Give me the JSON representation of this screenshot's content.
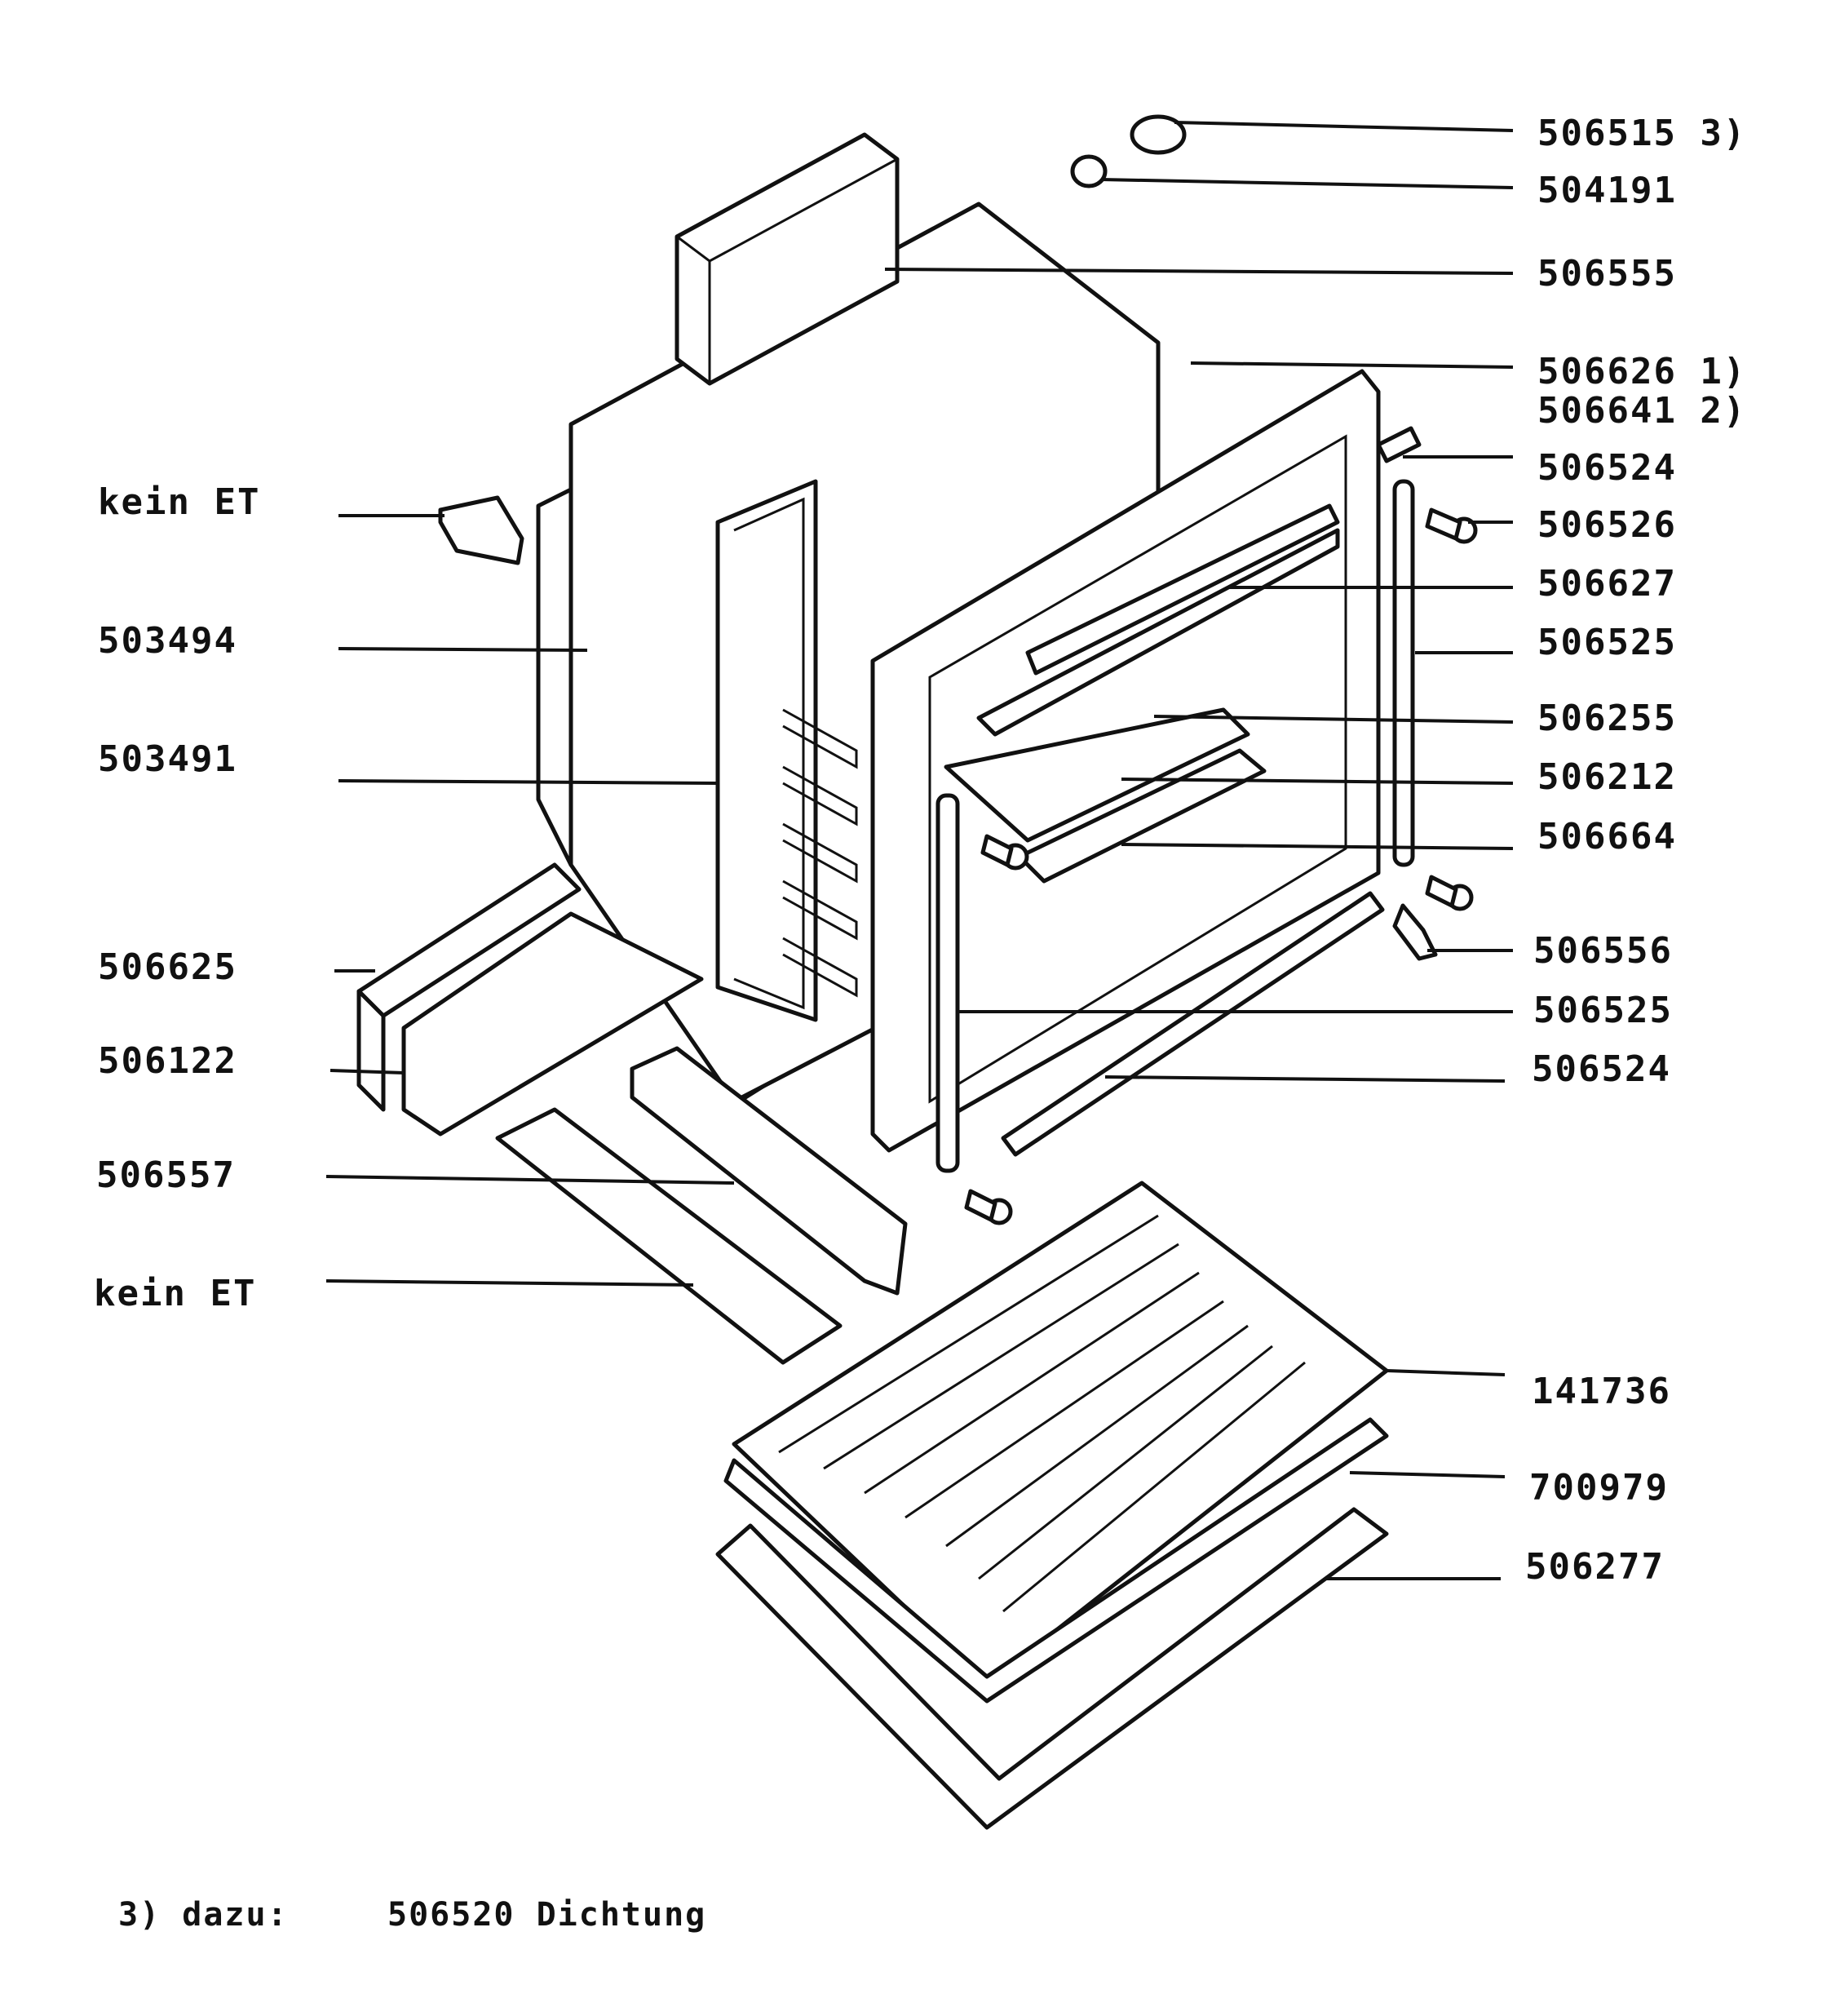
{
  "labels_right": [
    {
      "part": "506515 3)"
    },
    {
      "part": "504191"
    },
    {
      "part": "506555"
    },
    {
      "part": "506626 1)"
    },
    {
      "part": "506641 2)"
    },
    {
      "part": "506524"
    },
    {
      "part": "506526"
    },
    {
      "part": "506627"
    },
    {
      "part": "506525"
    },
    {
      "part": "506255"
    },
    {
      "part": "506212"
    },
    {
      "part": "506664"
    },
    {
      "part": "506556"
    },
    {
      "part": "506525"
    },
    {
      "part": "506524"
    },
    {
      "part": "141736"
    },
    {
      "part": "700979"
    },
    {
      "part": "506277"
    }
  ],
  "labels_left": [
    {
      "part": "kein ET"
    },
    {
      "part": "503494"
    },
    {
      "part": "503491"
    },
    {
      "part": "506625"
    },
    {
      "part": "506122"
    },
    {
      "part": "506557"
    },
    {
      "part": "kein ET"
    }
  ],
  "footnote": {
    "marker": "3) dazu:",
    "text": "506520 Dichtung"
  }
}
